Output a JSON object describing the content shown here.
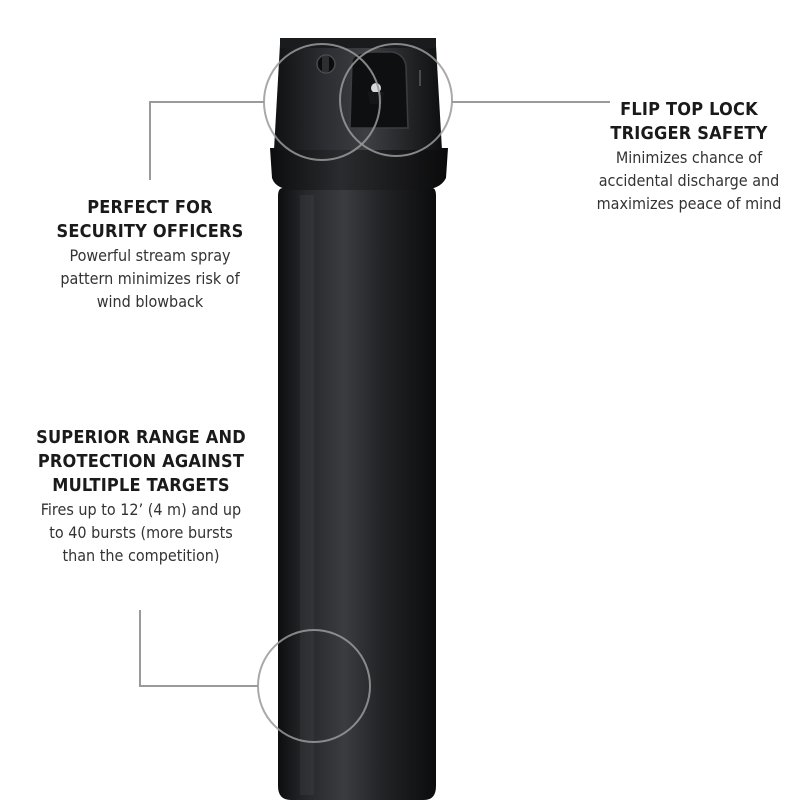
{
  "callouts": {
    "flip_top": {
      "title": "FLIP TOP LOCK\nTRIGGER SAFETY",
      "desc": "Minimizes chance of\naccidental discharge and\nmaximizes peace of mind"
    },
    "security": {
      "title": "PERFECT FOR\nSECURITY OFFICERS",
      "desc": "Powerful stream spray\npattern minimizes risk of\nwind blowback"
    },
    "range": {
      "title": "SUPERIOR RANGE AND\nPROTECTION AGAINST\nMULTIPLE TARGETS",
      "desc": "Fires up to 12’ (4 m) and up\nto 40 bursts (more bursts\nthan the competition)"
    }
  },
  "colors": {
    "background": "#ffffff",
    "canister": "#1c1d1f",
    "leader_line": "#9a9a9a"
  }
}
